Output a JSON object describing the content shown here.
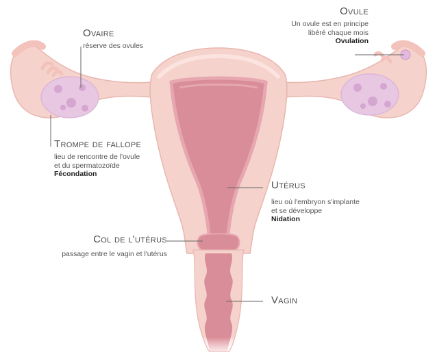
{
  "colors": {
    "tissue": "#f5d2cc",
    "tissue_edge": "#e8b7ae",
    "uterus_inner": "#d98d98",
    "uterus_lining": "#e6a7b0",
    "highlight": "#fbe3df",
    "ovary": "#e8c7e3",
    "ovary_spots": "#d4a6d0",
    "leader_line": "#666666"
  },
  "labels": {
    "ovule": {
      "title": "Ovule",
      "desc": [
        "Un ovule est en principe",
        "libéré chaque mois"
      ],
      "key": "Ovulation"
    },
    "ovaire": {
      "title": "Ovaire",
      "desc": [
        "réserve des ovules"
      ]
    },
    "trompe": {
      "title": "Trompe de fallope",
      "desc": [
        "lieu de rencontre de l'ovule",
        "et du spermatozoïde"
      ],
      "key": "Fécondation"
    },
    "uterus": {
      "title": "Utérus",
      "desc": [
        "lieu où l'embryon s'implante",
        "et se développe"
      ],
      "key": "Nidation"
    },
    "col": {
      "title": "Col de l'utérus",
      "desc": [
        "passage entre le vagin et l'utérus"
      ]
    },
    "vagin": {
      "title": "Vagin"
    }
  }
}
